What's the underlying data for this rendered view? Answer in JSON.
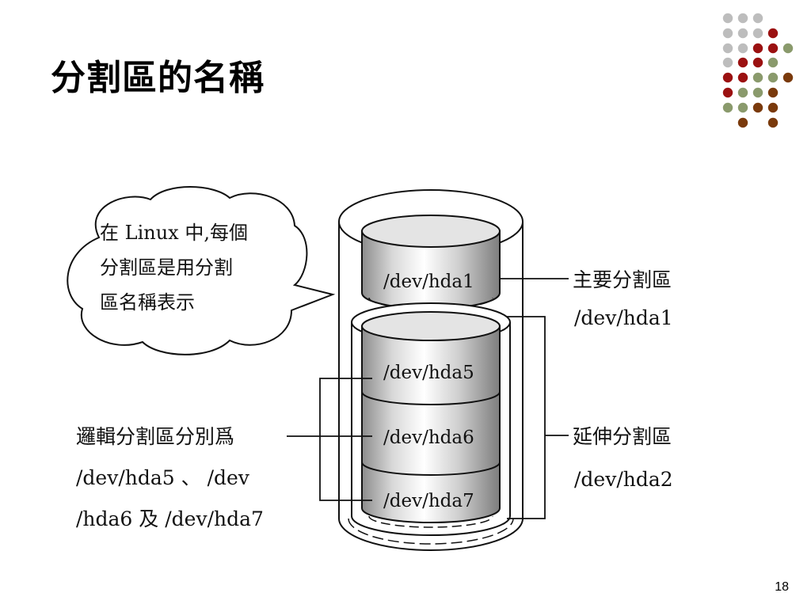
{
  "slide": {
    "title": "分割區的名稱",
    "page_number": "18"
  },
  "diagram": {
    "bubble_lines": [
      "在 Linux 中,每個",
      "分割區是用分割",
      "區名稱表示"
    ],
    "partitions": {
      "hda1": "/dev/hda1",
      "hda5": "/dev/hda5",
      "hda6": "/dev/hda6",
      "hda7": "/dev/hda7"
    },
    "primary_label": {
      "title": "主要分割區",
      "device": "/dev/hda1"
    },
    "extended_label": {
      "title": "延伸分割區",
      "device": "/dev/hda2"
    },
    "logical_label": {
      "lines": [
        "邏輯分割區分別爲",
        "/dev/hda5 、 /dev",
        "/hda6 及 /dev/hda7"
      ]
    }
  },
  "decor": {
    "dot_colors": {
      "gray": "#bdbdbd",
      "red": "#9b1111",
      "green": "#8a9a6c",
      "brown": "#7a3a0c"
    }
  }
}
